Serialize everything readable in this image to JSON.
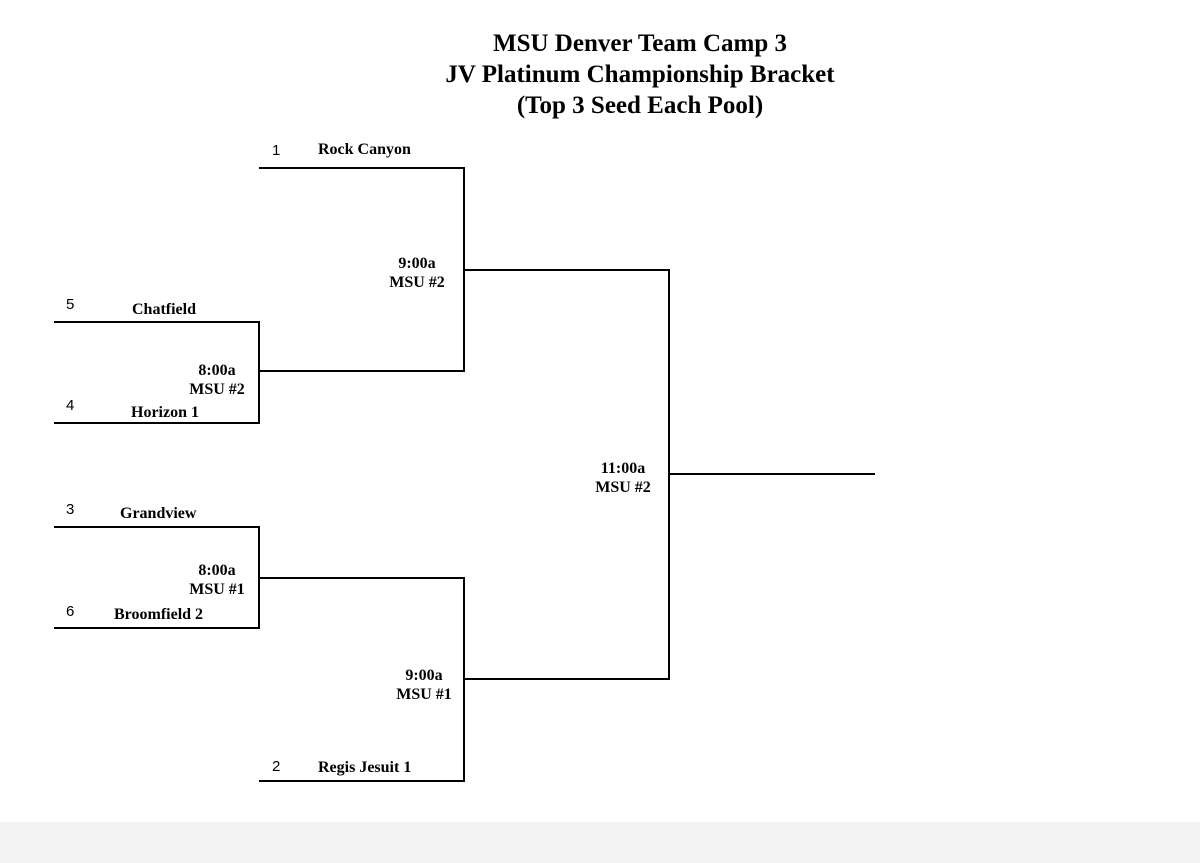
{
  "title": {
    "line1": "MSU Denver Team Camp 3",
    "line2": "JV Platinum Championship Bracket",
    "line3": "(Top 3 Seed Each Pool)"
  },
  "teams": {
    "rock_canyon": {
      "seed": "1",
      "name": "Rock Canyon"
    },
    "chatfield": {
      "seed": "5",
      "name": "Chatfield"
    },
    "horizon": {
      "seed": "4",
      "name": "Horizon 1"
    },
    "grandview": {
      "seed": "3",
      "name": "Grandview"
    },
    "broomfield": {
      "seed": "6",
      "name": "Broomfield 2"
    },
    "regis": {
      "seed": "2",
      "name": "Regis Jesuit 1"
    }
  },
  "games": {
    "r1_top": {
      "time": "8:00a",
      "court": "MSU #2"
    },
    "r1_bottom": {
      "time": "8:00a",
      "court": "MSU #1"
    },
    "semi_top": {
      "time": "9:00a",
      "court": "MSU #2"
    },
    "semi_bottom": {
      "time": "9:00a",
      "court": "MSU #1"
    },
    "final": {
      "time": "11:00a",
      "court": "MSU #2"
    }
  }
}
